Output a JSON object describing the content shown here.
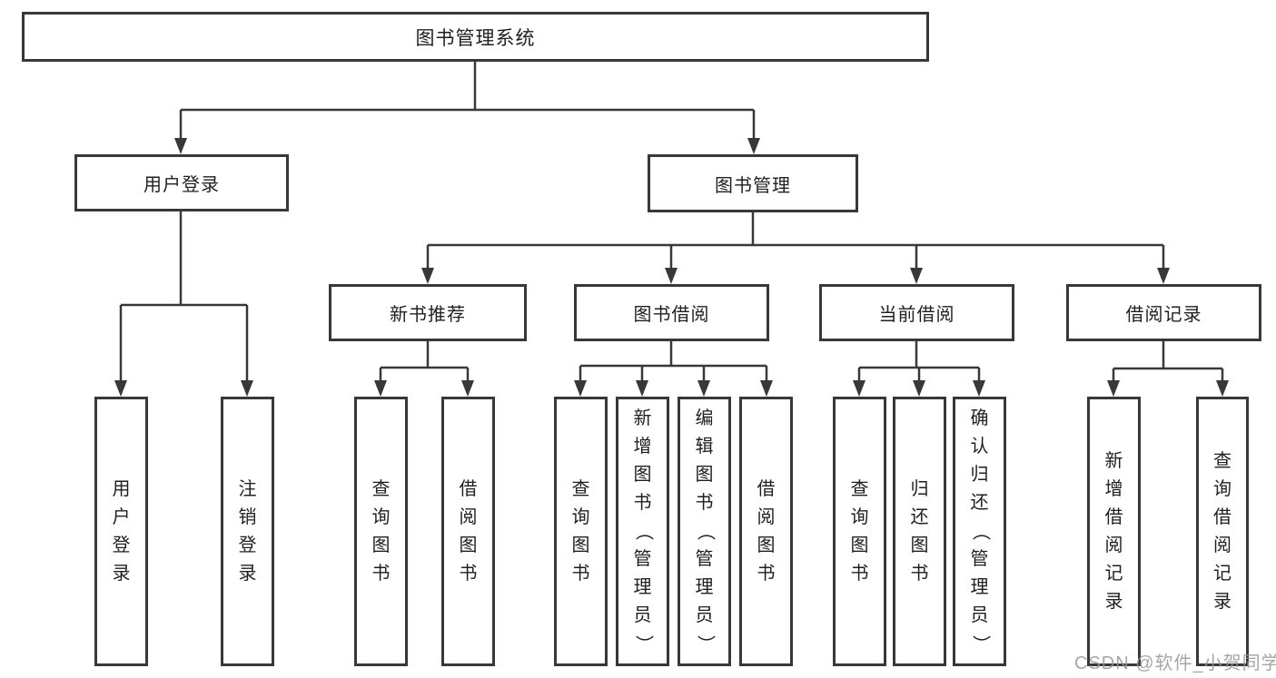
{
  "diagram": {
    "nodes": {
      "root": "图书管理系统",
      "level2": [
        "用户登录",
        "图书管理"
      ],
      "level3": [
        "新书推荐",
        "图书借阅",
        "当前借阅",
        "借阅记录"
      ],
      "leaves": {
        "login": [
          "用户登录",
          "注销登录"
        ],
        "newbook": [
          "查询图书",
          "借阅图书"
        ],
        "borrow": [
          "查询图书",
          "新增图书（管理员）",
          "编辑图书（管理员）",
          "借阅图书"
        ],
        "current": [
          "查询图书",
          "归还图书",
          "确认归还（管理员）"
        ],
        "records": [
          "新增借阅记录",
          "查询借阅记录"
        ]
      }
    },
    "colors": {
      "line": "#383838",
      "text": "#1f1f1f",
      "watermark": "#979797"
    },
    "watermark": "CSDN @软件_小贺同学"
  }
}
